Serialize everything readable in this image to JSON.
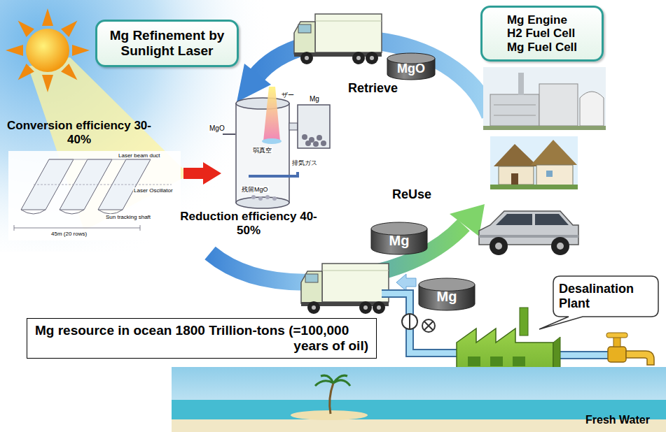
{
  "diagram": {
    "nodes": [
      {
        "text": [
          "Mg Refinement by Sunlight Laser"
        ]
      },
      {
        "text": [
          "Mg Engine",
          "H2 Fuel Cell",
          "Mg Fuel Cell"
        ]
      },
      {
        "text": [
          "MgO"
        ]
      },
      {
        "text": [
          "Mg"
        ]
      },
      {
        "text": [
          "Mg"
        ]
      },
      {
        "text": [
          "Desalination Plant"
        ]
      },
      {
        "text": [
          "Mg resource in ocean 1800 Trillion-tons (=100,000 years of oil)"
        ]
      }
    ],
    "labels": [
      "Retrieve",
      "Conversion efficiency 30-40%",
      "Reduction efficiency 40-50%",
      "ReUse",
      "Fresh Water",
      "ザー",
      "Mg",
      "MgO",
      "弱真空",
      "排気ガス",
      "残留MgO",
      "Laser beam duct",
      "Laser Oscillator",
      "Sun tracking shaft",
      "45m (20 rows)"
    ]
  }
}
